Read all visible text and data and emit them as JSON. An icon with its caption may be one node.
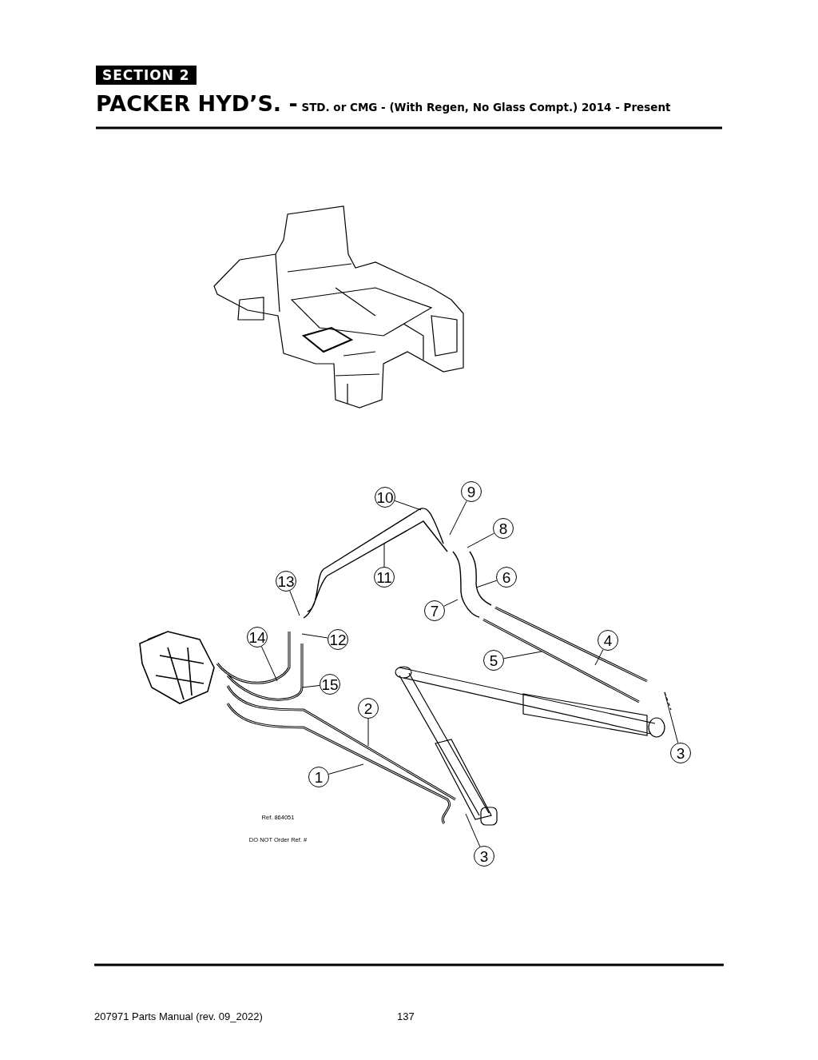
{
  "diagram": {
    "title": "PACKER HYD’S. - STD. or CMG -  (With Regen, No Glass Compt.) 2014 - Present",
    "nodes": [
      {
        "text": [
          "9"
        ]
      },
      {
        "text": [
          "10"
        ]
      },
      {
        "text": [
          "8"
        ]
      },
      {
        "text": [
          "13"
        ]
      },
      {
        "text": [
          "11"
        ]
      },
      {
        "text": [
          "6"
        ]
      },
      {
        "text": [
          "7"
        ]
      },
      {
        "text": [
          "14"
        ]
      },
      {
        "text": [
          "12"
        ]
      },
      {
        "text": [
          "4"
        ]
      },
      {
        "text": [
          "5"
        ]
      },
      {
        "text": [
          "15"
        ]
      },
      {
        "text": [
          "2"
        ]
      },
      {
        "text": [
          "3"
        ]
      },
      {
        "text": [
          "1"
        ]
      },
      {
        "text": [
          "3"
        ]
      }
    ],
    "edges": [
      {
        "from": 0,
        "to": null,
        "arrow": "none"
      },
      {
        "from": 1,
        "to": null,
        "arrow": "none"
      },
      {
        "from": 2,
        "to": null,
        "arrow": "none"
      },
      {
        "from": 3,
        "to": null,
        "arrow": "none"
      },
      {
        "from": 4,
        "to": null,
        "arrow": "none"
      },
      {
        "from": 5,
        "to": null,
        "arrow": "none"
      },
      {
        "from": 6,
        "to": null,
        "arrow": "none"
      },
      {
        "from": 7,
        "to": null,
        "arrow": "none"
      },
      {
        "from": 8,
        "to": null,
        "arrow": "none"
      },
      {
        "from": 9,
        "to": null,
        "arrow": "none"
      },
      {
        "from": 10,
        "to": null,
        "arrow": "none"
      },
      {
        "from": 11,
        "to": null,
        "arrow": "none"
      },
      {
        "from": 12,
        "to": null,
        "arrow": "none"
      },
      {
        "from": 13,
        "to": null,
        "arrow": "none"
      },
      {
        "from": 14,
        "to": null,
        "arrow": "none"
      },
      {
        "from": 15,
        "to": null,
        "arrow": "none"
      }
    ],
    "labels": [
      "SECTION 2",
      "Ref. 864051",
      "DO NOT Order Ref. #",
      "207971 Parts Manual (rev. 09_2022)",
      "137"
    ]
  }
}
